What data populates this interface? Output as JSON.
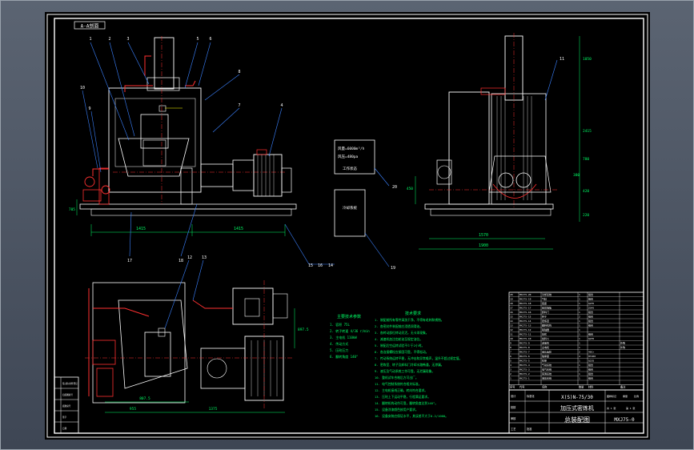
{
  "drawing": {
    "section_label": "A-A剖面",
    "callouts": [
      "1",
      "2",
      "3",
      "4",
      "5",
      "6",
      "7",
      "8",
      "9",
      "10",
      "11",
      "12",
      "13",
      "14",
      "15",
      "16",
      "17",
      "18",
      "19",
      "20"
    ],
    "spec_box_lines": [
      "风量=6000m³/h",
      "风压=480pa",
      "工作状态"
    ],
    "detail_box_label": "冷却系统",
    "dims": {
      "front_left": "1415",
      "front_right": "1415",
      "front_height": "705",
      "side_width_inner": "1570",
      "side_width_outer": "1900",
      "side_h1": "380",
      "side_h2": "780",
      "side_h3": "1050",
      "side_h4": "2415",
      "side_h5": "420",
      "side_h6": "220",
      "side_left_h": "450",
      "plan_left": "807.5",
      "plan_bottom_left": "955",
      "plan_bottom_right": "1375",
      "plan_right_h": "897.5"
    },
    "tech_params": {
      "title": "主要技术参数",
      "lines": [
        "1. 容积 75L",
        "2. 转子转速 4/36 r/min",
        "3. 主电机 110kW",
        "4. 传动方式",
        "5. 压砣压力",
        "6. 翻转角度 140°"
      ]
    },
    "tech_requirements": {
      "title": "技术要求",
      "lines": [
        "1. 装配前所有零件清洗干净，不得有毛刺和锈蚀。",
        "2. 各密封件装配前应浸透润滑油。",
        "3. 各转动部位转动灵活，无卡滞现象。",
        "4. 减速机加注齿轮油至规定油位。",
        "5. 装配后空运转试验不少于2小时。",
        "6. 各连接螺栓应紧固可靠，不得松动。",
        "7. 传动系统运转平稳，无冲击和异常噪声，温升不超过规定值。",
        "8. 密炼室、转子及卸料门冷却水路畅通，无渗漏。",
        "9. 液压及气动系统工作可靠，无泄漏现象。",
        "10. 整机试车合格后方可出厂。",
        "11. 电气控制系统符合相关标准。",
        "12. 主电机接线正确，转向符合要求。",
        "13. 压砣上下运动平稳，行程满足要求。",
        "14. 翻转机构动作可靠，翻转角度达到140°。",
        "15. 设备涂漆颜色按用户要求。",
        "16. 设备安装应保证水平，其误差不大于0.2/1000。"
      ]
    }
  },
  "title_block": {
    "model": "X(S)N-75/30",
    "name": "加压式密炼机",
    "doc_type": "总装配图",
    "drawing_no": "MXJ75-0",
    "sheet_meta": [
      "图样标记",
      "重量",
      "比例",
      "共 1 张",
      "第 1 张"
    ],
    "signoff_labels": [
      "设计",
      "校核",
      "审核",
      "工艺",
      "标准化",
      "批准"
    ]
  },
  "parts_list": {
    "columns": [
      "序号",
      "代号",
      "名称",
      "数量",
      "材料",
      "备注"
    ],
    "rows": [
      [
        "20",
        "MXJ75-20",
        "冷却系统",
        "1",
        "组合",
        ""
      ],
      [
        "19",
        "MXJ75-19",
        "气缸",
        "1",
        "组合",
        ""
      ],
      [
        "18",
        "MXJ75-18",
        "底座",
        "1",
        "Q235",
        ""
      ],
      [
        "17",
        "MXJ75-17",
        "前后墙板",
        "2",
        "ZG45",
        ""
      ],
      [
        "16",
        "MXJ75-16",
        "卸料门",
        "1",
        "组合",
        ""
      ],
      [
        "15",
        "MXJ75-15",
        "转子",
        "2",
        "组合",
        ""
      ],
      [
        "14",
        "MXJ75-14",
        "密炼室",
        "1",
        "组合",
        ""
      ],
      [
        "13",
        "MXJ75-13",
        "翻转机构",
        "1",
        "组合",
        ""
      ],
      [
        "12",
        "MXJ75-12",
        "联轴器",
        "1",
        "",
        ""
      ],
      [
        "11",
        "MXJ75-11",
        "压砣",
        "1",
        "组合",
        ""
      ],
      [
        "10",
        "MXJ75-10",
        "加料斗",
        "1",
        "Q235",
        ""
      ],
      [
        "9",
        "MXJ75-9",
        "减速机",
        "1",
        "",
        "外购"
      ],
      [
        "8",
        "MXJ75-8",
        "主电机",
        "1",
        "",
        "外购"
      ],
      [
        "7",
        "MXJ75-7",
        "速比齿轮",
        "2",
        "40Cr",
        ""
      ],
      [
        "6",
        "MXJ75-6",
        "轴承座",
        "4",
        "HT200",
        ""
      ],
      [
        "5",
        "MXJ75-5",
        "机架",
        "1",
        "Q235",
        ""
      ],
      [
        "4",
        "MXJ75-4",
        "气动系统",
        "1",
        "组合",
        ""
      ],
      [
        "3",
        "MXJ75-3",
        "电气系统",
        "1",
        "组合",
        ""
      ],
      [
        "2",
        "MXJ75-2",
        "润滑系统",
        "1",
        "组合",
        ""
      ],
      [
        "1",
        "MXJ75-1",
        "液压系统",
        "1",
        "组合",
        ""
      ]
    ]
  },
  "left_stamp": {
    "labels": [
      "借(通)用件登记",
      "旧底图总号",
      "底图总号",
      "签字",
      "日期"
    ]
  }
}
